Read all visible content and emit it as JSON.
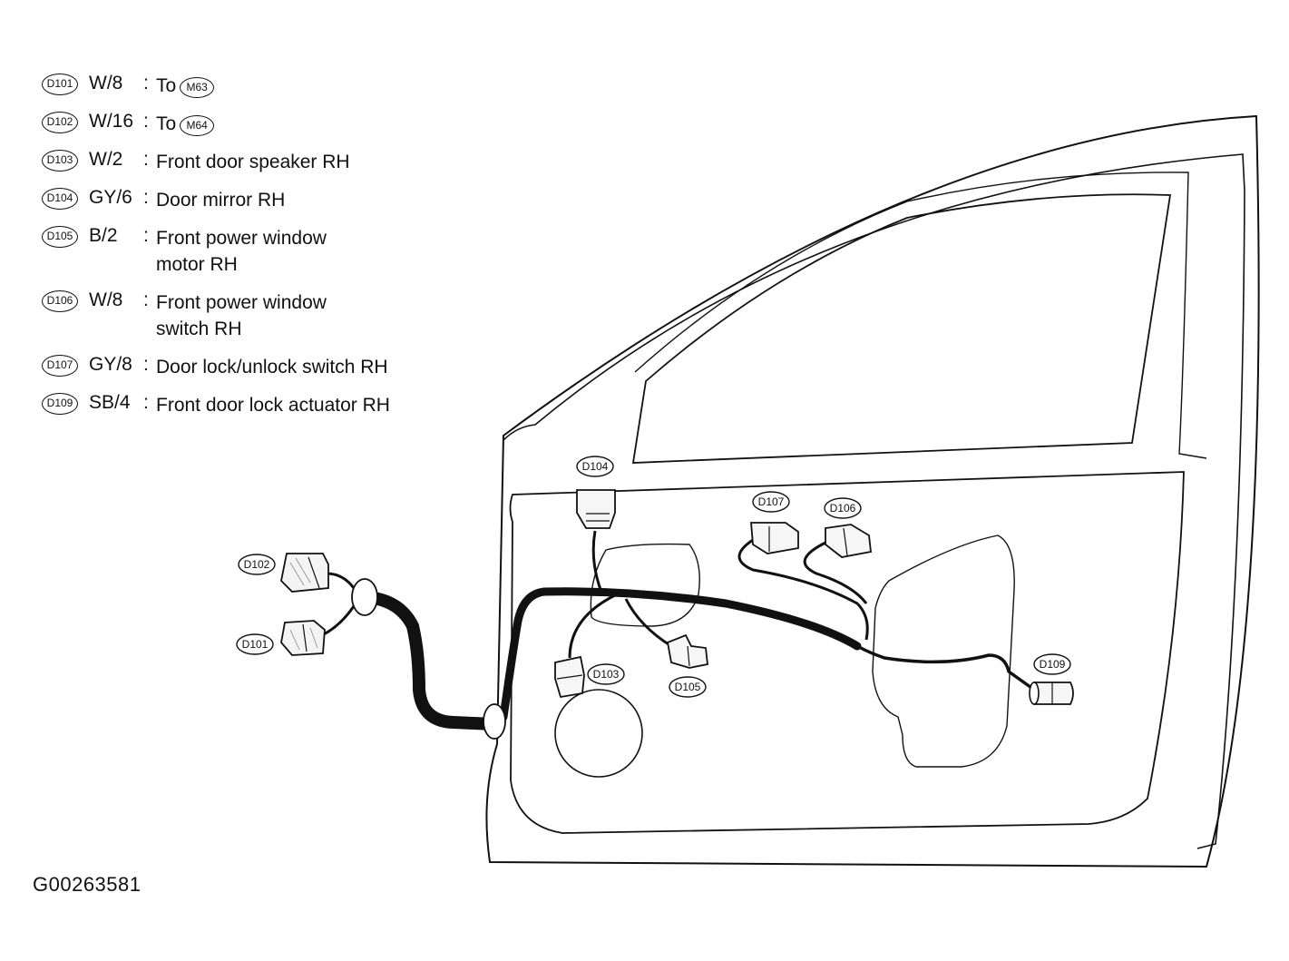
{
  "legend": [
    {
      "id": "D101",
      "code": "W/8",
      "desc": "To",
      "to": "M63"
    },
    {
      "id": "D102",
      "code": "W/16",
      "desc": "To",
      "to": "M64"
    },
    {
      "id": "D103",
      "code": "W/2",
      "desc": "Front door speaker RH"
    },
    {
      "id": "D104",
      "code": "GY/6",
      "desc": "Door mirror RH"
    },
    {
      "id": "D105",
      "code": "B/2",
      "desc": "Front power window\nmotor RH"
    },
    {
      "id": "D106",
      "code": "W/8",
      "desc": "Front power window\nswitch RH"
    },
    {
      "id": "D107",
      "code": "GY/8",
      "desc": "Door lock/unlock switch RH"
    },
    {
      "id": "D109",
      "code": "SB/4",
      "desc": "Front door lock actuator RH"
    }
  ],
  "connector_labels": {
    "d101": "D101",
    "d102": "D102",
    "d103": "D103",
    "d104": "D104",
    "d105": "D105",
    "d106": "D106",
    "d107": "D107",
    "d109": "D109"
  },
  "figure_id": "G00263581",
  "colors": {
    "line": "#111111",
    "background": "#ffffff"
  }
}
